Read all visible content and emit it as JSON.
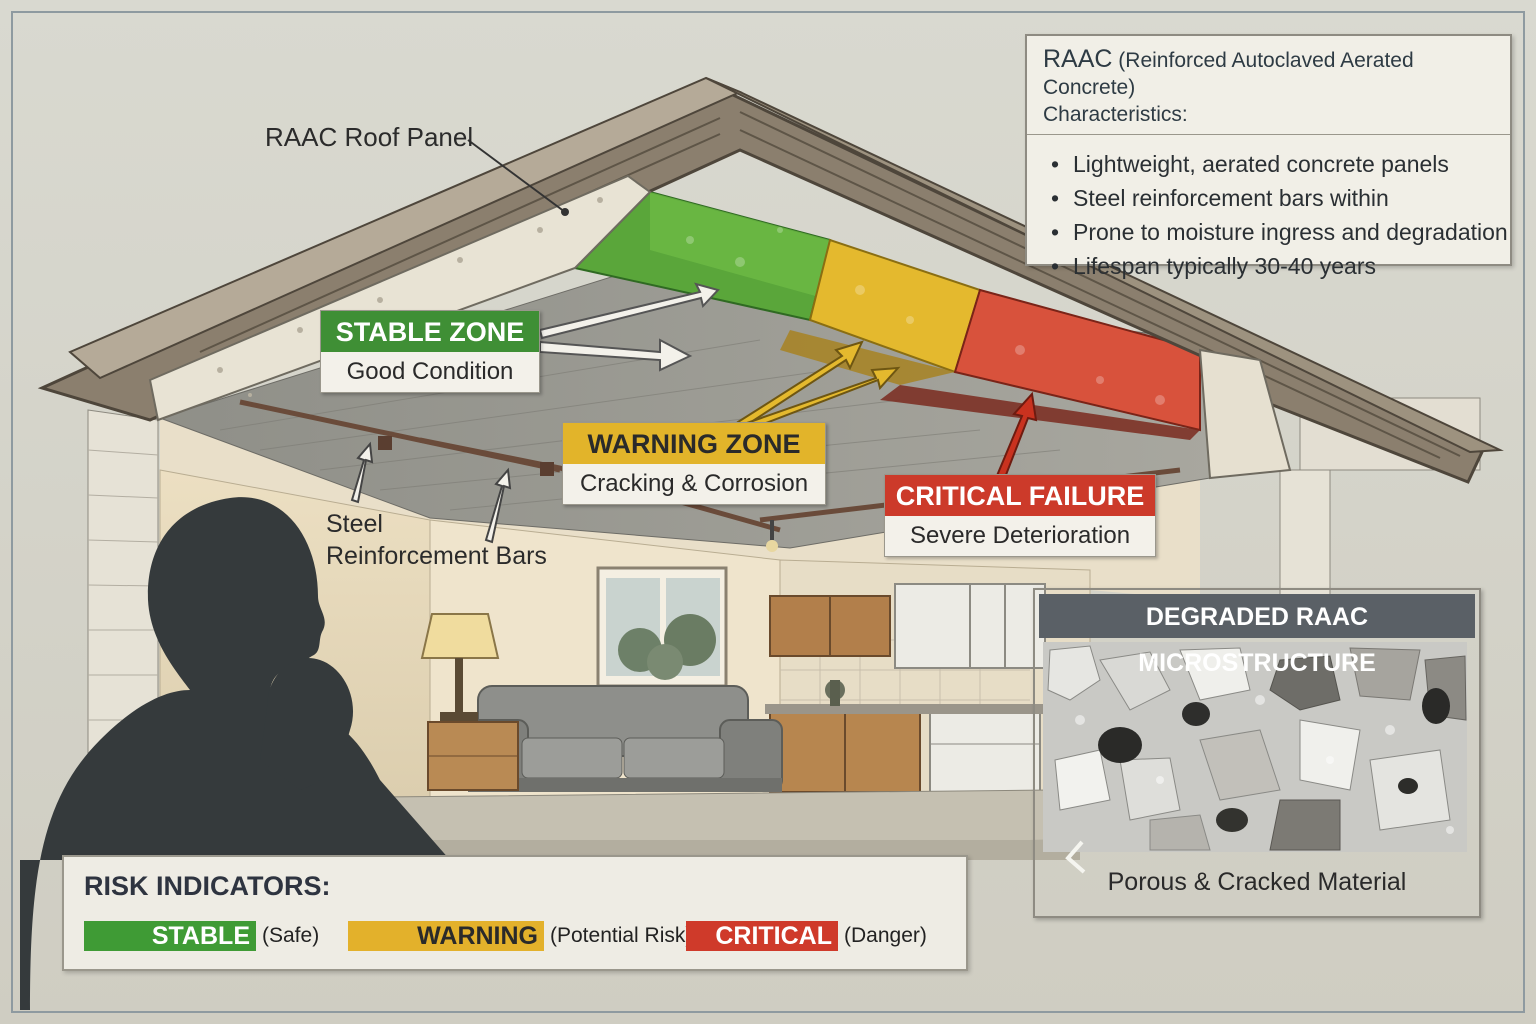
{
  "labels": {
    "roof_panel": "RAAC Roof Panel",
    "steel_bars_line1": "Steel",
    "steel_bars_line2": "Reinforcement Bars"
  },
  "zones": {
    "stable": {
      "title": "STABLE ZONE",
      "subtitle": "Good Condition",
      "color": "#3f8f35"
    },
    "warning": {
      "title": "WARNING ZONE",
      "subtitle": "Cracking & Corrosion",
      "color": "#e2b42a"
    },
    "critical": {
      "title": "CRITICAL FAILURE",
      "subtitle": "Severe Deterioration",
      "color": "#cc3a2a"
    }
  },
  "info_box": {
    "title_strong": "RAAC",
    "title_rest": " (Reinforced Autoclaved Aerated Concrete)",
    "title_line2": "Characteristics:",
    "bullets": [
      "Lightweight, aerated concrete panels",
      "Steel reinforcement bars within",
      "Prone to moisture ingress and degradation",
      "Lifespan typically 30-40 years"
    ],
    "bullet_glyph": "•"
  },
  "microstructure": {
    "title": "DEGRADED RAAC MICROSTRUCTURE",
    "caption": "Porous & Cracked Material"
  },
  "legend": {
    "title": "RISK INDICATORS:",
    "items": [
      {
        "label": "STABLE",
        "note": "(Safe)",
        "color": "#3f9b35",
        "text_color": "#ffffff"
      },
      {
        "label": "WARNING",
        "note": "(Potential Risk)",
        "color": "#e3b12b",
        "text_color": "#2a2a2a"
      },
      {
        "label": "CRITICAL",
        "note": "(Danger)",
        "color": "#cf3a2a",
        "text_color": "#ffffff"
      }
    ]
  }
}
